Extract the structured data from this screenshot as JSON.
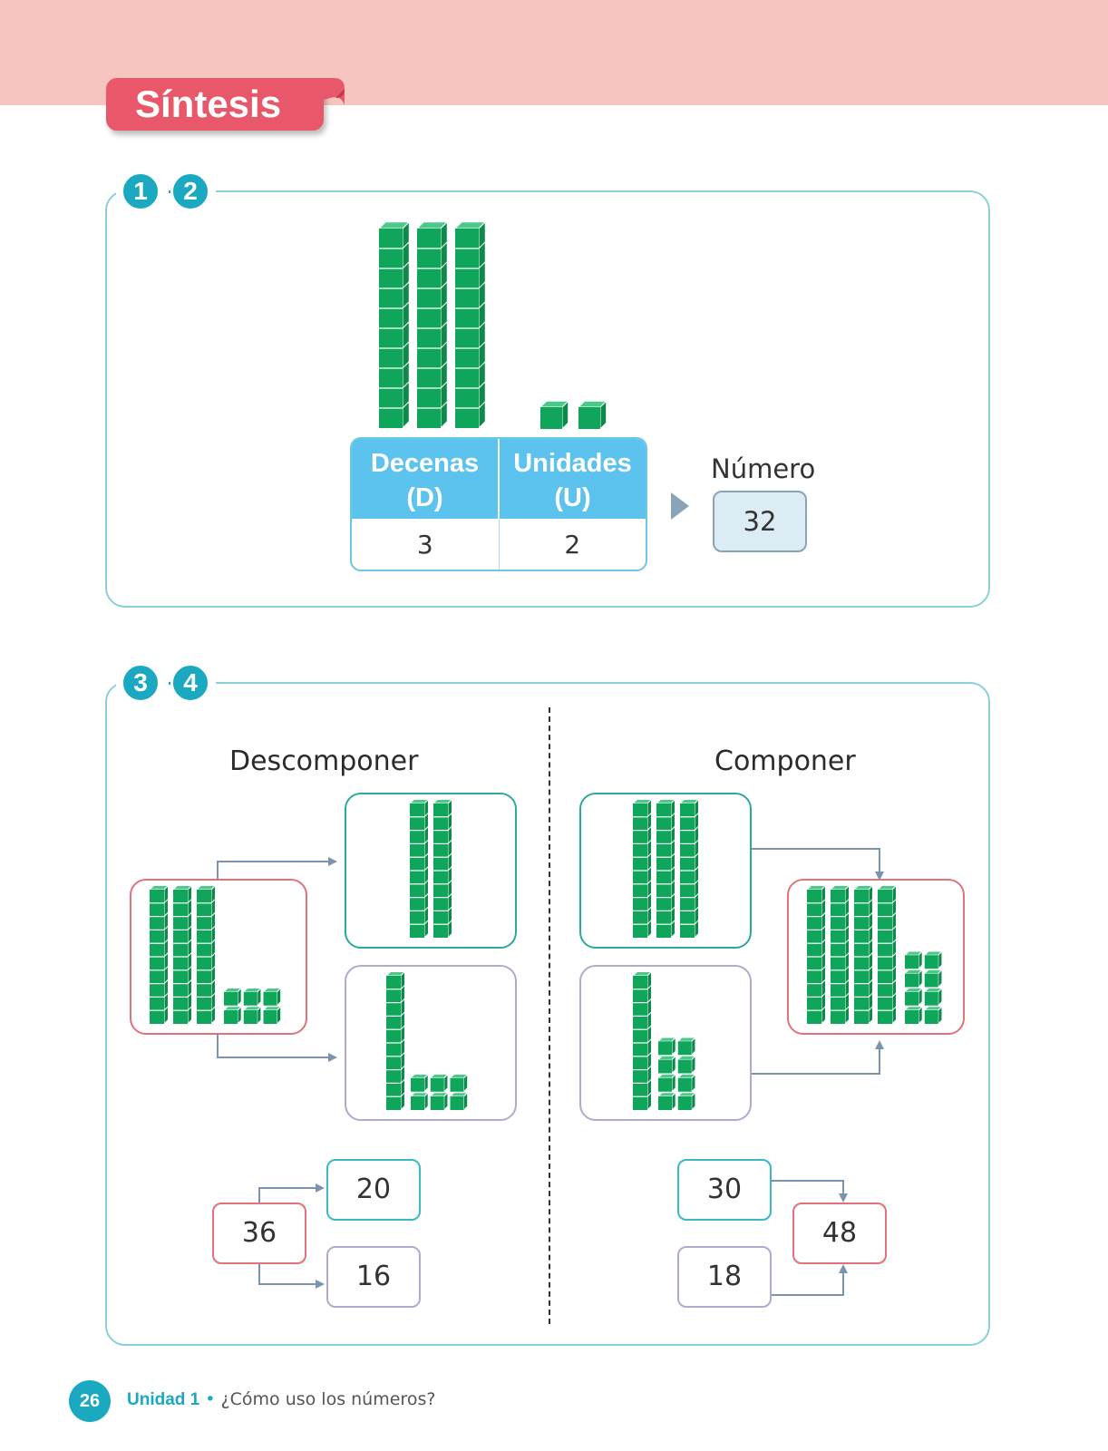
{
  "header": {
    "title": "Síntesis"
  },
  "section1": {
    "badges": [
      "1",
      "2"
    ],
    "tens_rods": 3,
    "unit_cubes": 2,
    "table": {
      "col1_label": "Decenas",
      "col1_abbr": "(D)",
      "col2_label": "Unidades",
      "col2_abbr": "(U)",
      "col1_value": "3",
      "col2_value": "2"
    },
    "numero_label": "Número",
    "numero_value": "32"
  },
  "section2": {
    "badges": [
      "3",
      "4"
    ],
    "descomponer": {
      "title": "Descomponer",
      "whole_value": "36",
      "part_tens_value": "20",
      "part_units_value": "16"
    },
    "componer": {
      "title": "Componer",
      "part_tens_value": "30",
      "part_units_value": "18",
      "whole_value": "48"
    }
  },
  "footer": {
    "page_number": "26",
    "unit_label": "Unidad 1",
    "separator": "•",
    "unit_title": "¿Cómo uso los números?"
  },
  "colors": {
    "top_band": "#f6c5c0",
    "title_tab": "#e8576a",
    "accent": "#1aa9c0",
    "cube_green": "#0fa55a",
    "table_header": "#5cc2ee"
  }
}
